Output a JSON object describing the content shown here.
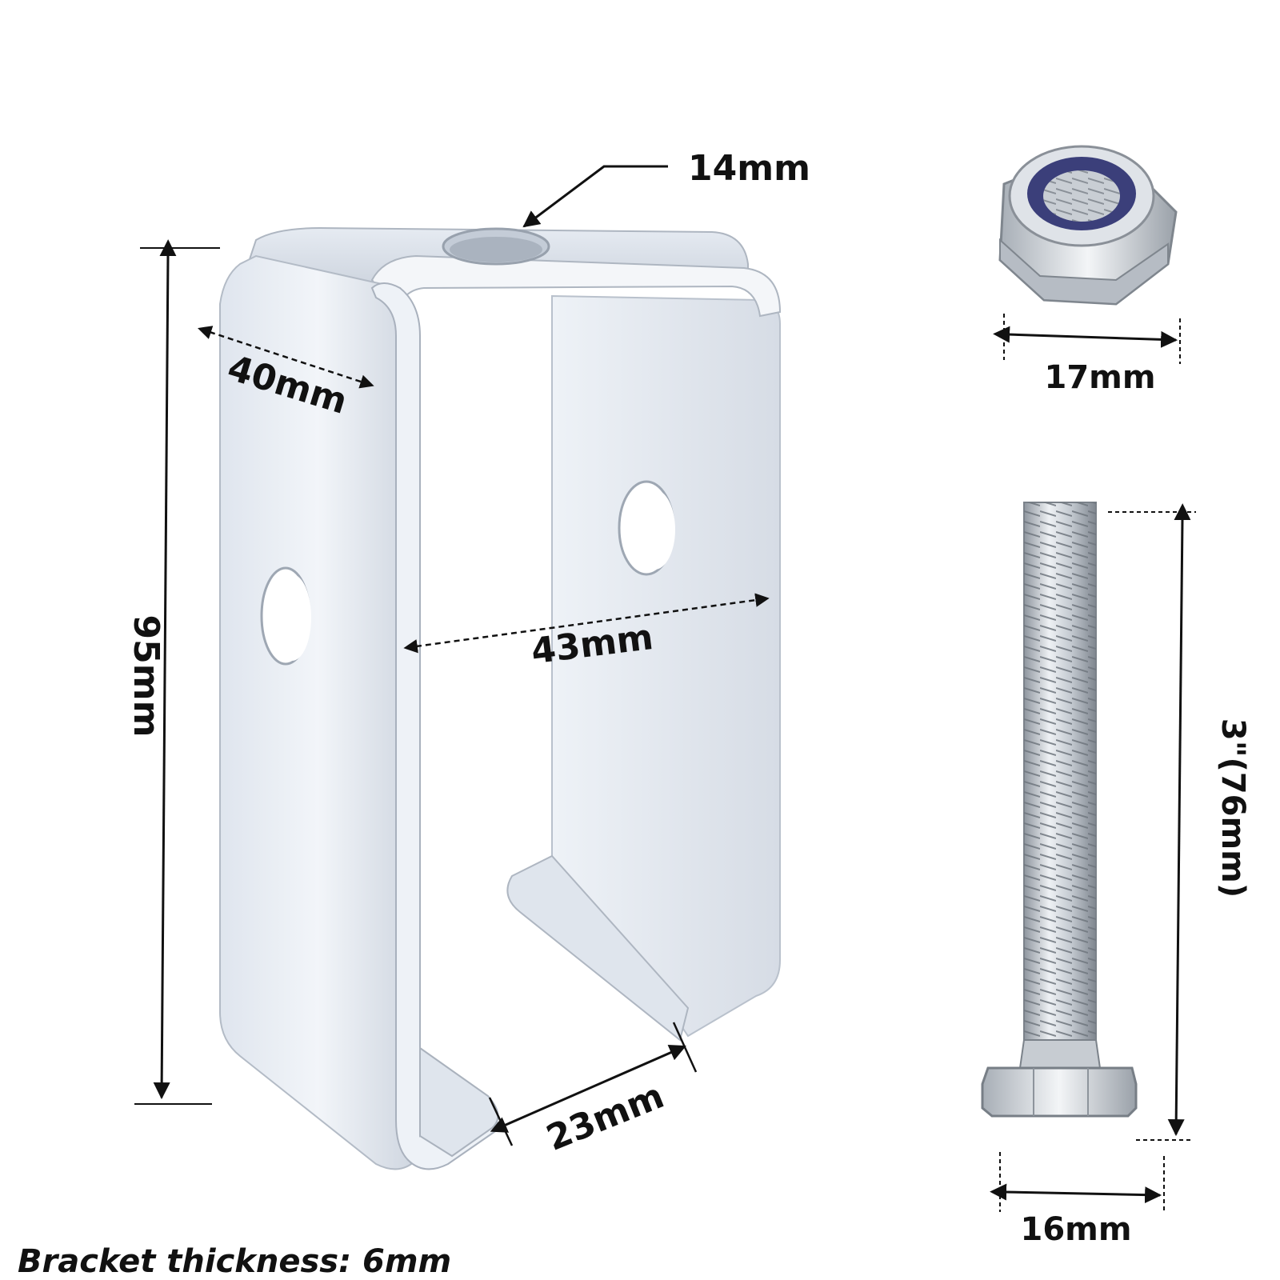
{
  "dimensions": {
    "bracket_hole": "14mm",
    "bracket_height": "95mm",
    "bracket_depth": "40mm",
    "inner_width": "43mm",
    "slot_width": "23mm",
    "nut_width": "17mm",
    "bolt_length": "3\"(76mm)",
    "bolt_head_width": "16mm"
  },
  "caption": "Bracket thickness: 6mm",
  "colors": {
    "metal_light": "#e8edf4",
    "metal_mid": "#c9d1dc",
    "metal_dark": "#9aa3ae",
    "nylon_insert": "#3b3f7a",
    "text": "#111111"
  }
}
